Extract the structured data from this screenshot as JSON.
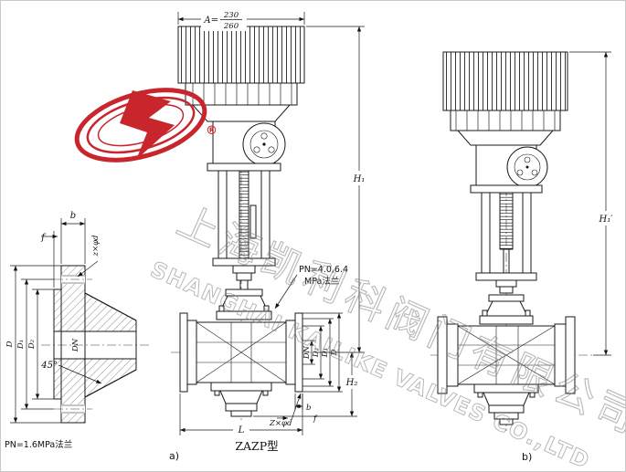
{
  "watermark": {
    "line1": "上海凯利科阀门有限公司",
    "line2": "SHANGHAI KAILIKE VALVES CO.,LTD"
  },
  "logo": {
    "registered": "®"
  },
  "captions": {
    "flange_left": "PN=1.6MPa法兰",
    "flange_mid_line1": "PN=4.0,6.4",
    "flange_mid_line2": "MPa法兰",
    "model": "ZAZP型",
    "view_a": "a)",
    "view_b": "b)"
  },
  "dims": {
    "A_prefix": "A=",
    "A_top": "230",
    "A_bottom": "260",
    "H1": "H₁",
    "H1_prime": "H₁′",
    "H2": "H₂",
    "L": "L",
    "D": "D",
    "D1": "D₁",
    "D2": "D₂",
    "DN": "DN",
    "b": "b",
    "f": "f",
    "z_phi_d": "z×φd",
    "Z_phi_d": "Z×φd",
    "angle45": "45°"
  }
}
